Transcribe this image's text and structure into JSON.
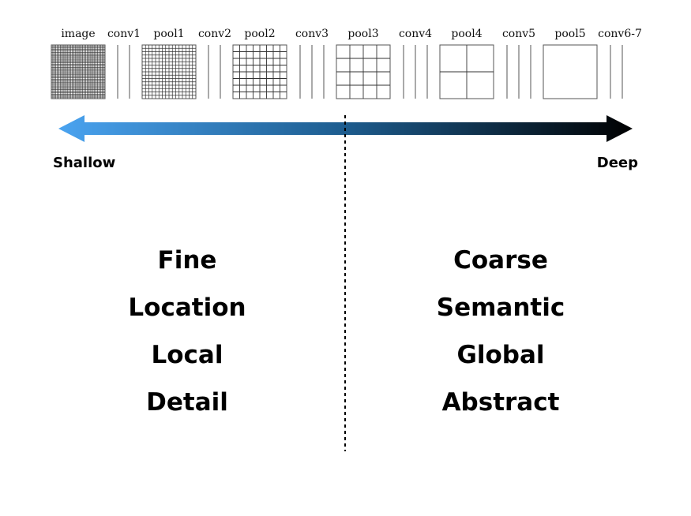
{
  "layers": [
    {
      "label": "image",
      "kind": "grid",
      "divisions": 36
    },
    {
      "label": "conv1",
      "kind": "lines"
    },
    {
      "label": "pool1",
      "kind": "grid",
      "divisions": 16
    },
    {
      "label": "conv2",
      "kind": "lines"
    },
    {
      "label": "pool2",
      "kind": "grid",
      "divisions": 8
    },
    {
      "label": "conv3",
      "kind": "lines"
    },
    {
      "label": "pool3",
      "kind": "grid",
      "divisions": 4
    },
    {
      "label": "conv4",
      "kind": "lines"
    },
    {
      "label": "pool4",
      "kind": "grid",
      "divisions": 2
    },
    {
      "label": "conv5",
      "kind": "lines"
    },
    {
      "label": "pool5",
      "kind": "grid",
      "divisions": 1
    },
    {
      "label": "conv6-7",
      "kind": "lines"
    }
  ],
  "arrow": {
    "left_label": "Shallow",
    "right_label": "Deep",
    "gradient_colors": [
      "#4aa3f0",
      "#1d5c8e",
      "#000000"
    ]
  },
  "shallow_properties": [
    "Fine",
    "Location",
    "Local",
    "Detail"
  ],
  "deep_properties": [
    "Coarse",
    "Semantic",
    "Global",
    "Abstract"
  ]
}
